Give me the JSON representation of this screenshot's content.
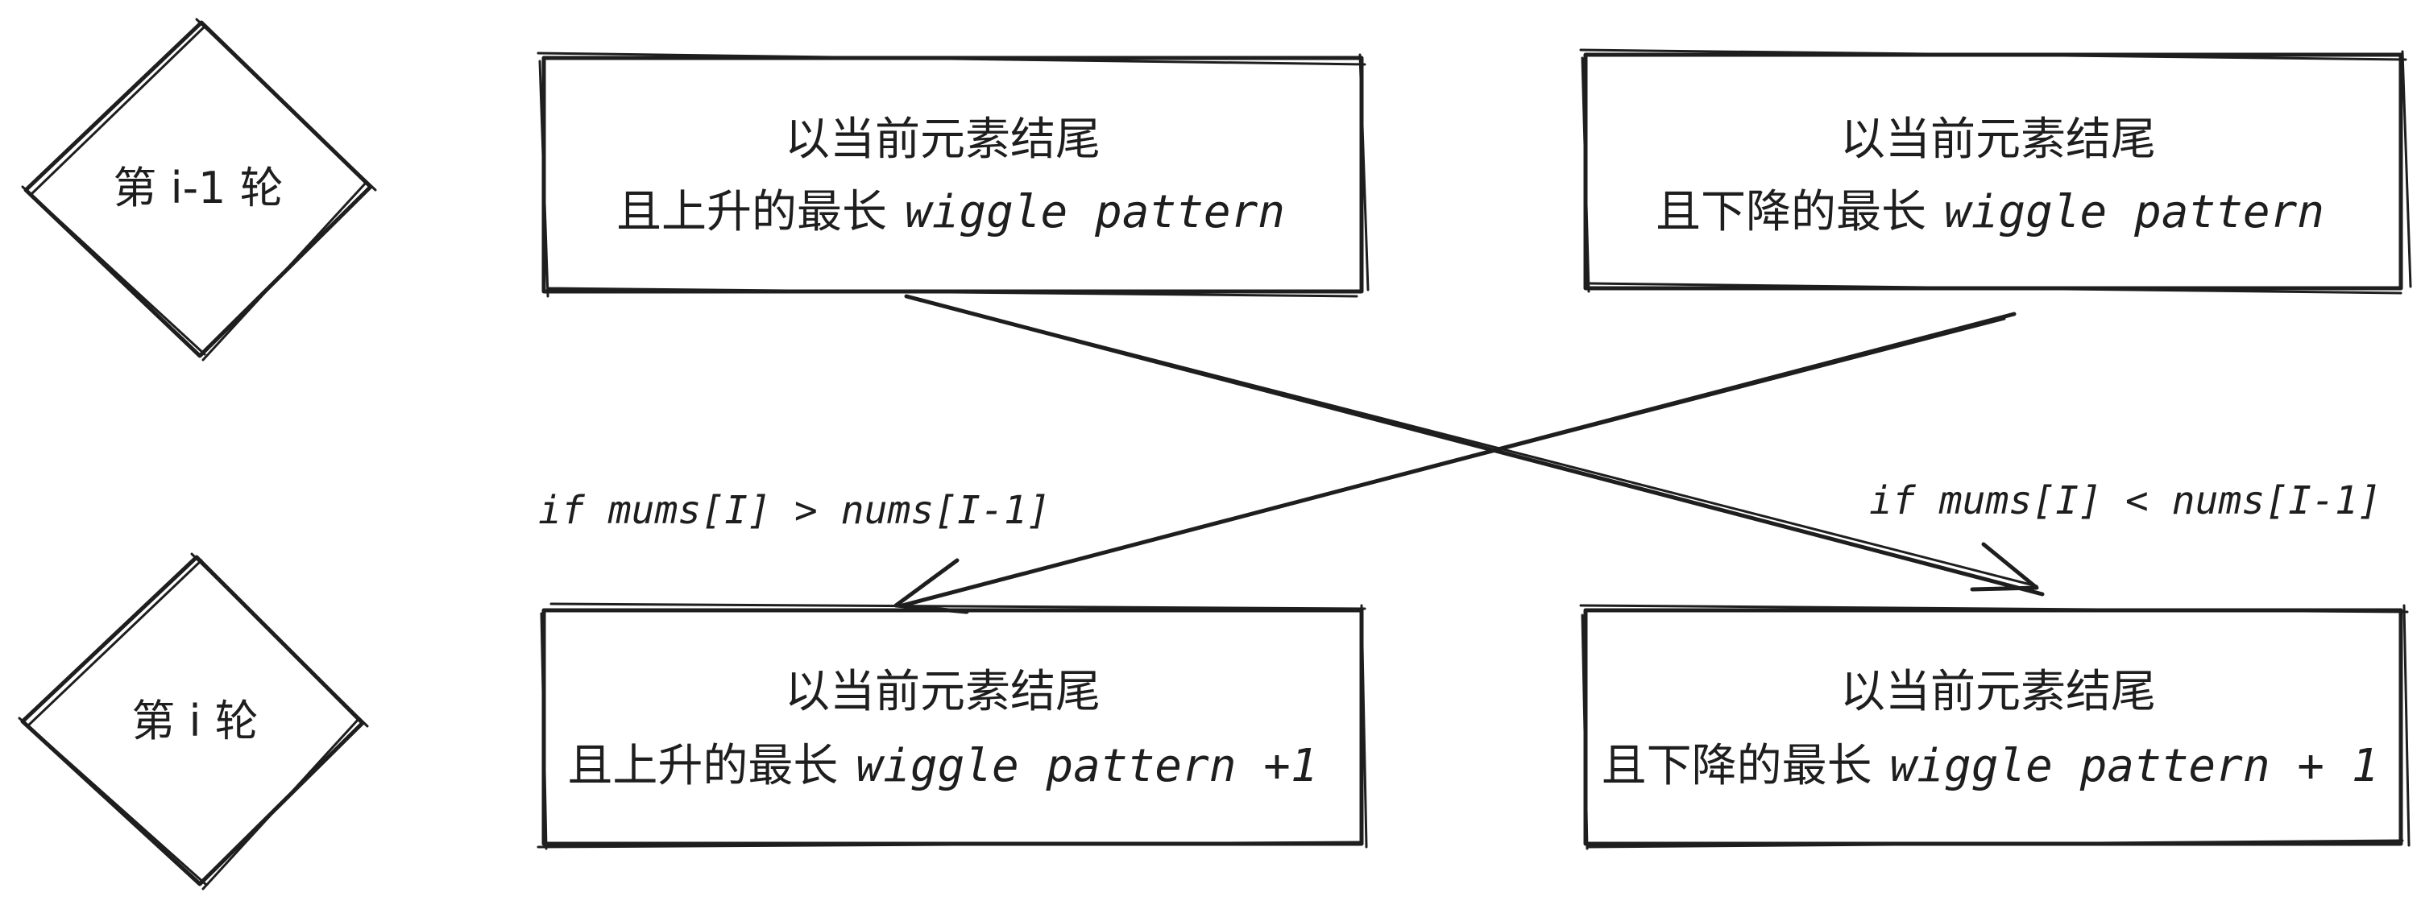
{
  "diagram": {
    "diamonds": {
      "prev": "第 i-1 轮",
      "curr": "第 i 轮"
    },
    "boxes": {
      "prev_up": {
        "line1": "以当前元素结尾",
        "line2_cn": "且上升的最长",
        "line2_en": "wiggle pattern"
      },
      "prev_down": {
        "line1": "以当前元素结尾",
        "line2_cn": "且下降的最长",
        "line2_en": "wiggle pattern"
      },
      "curr_up": {
        "line1": "以当前元素结尾",
        "line2_cn": "且上升的最长",
        "line2_en": "wiggle pattern +1"
      },
      "curr_down": {
        "line1": "以当前元素结尾",
        "line2_cn": "且下降的最长",
        "line2_en": "wiggle pattern + 1"
      }
    },
    "conditions": {
      "left": "if mums[I] > nums[I-1]",
      "right": "if mums[I] < nums[I-1]"
    },
    "colors": {
      "ink": "#1e1e1e",
      "background": "#ffffff"
    }
  }
}
